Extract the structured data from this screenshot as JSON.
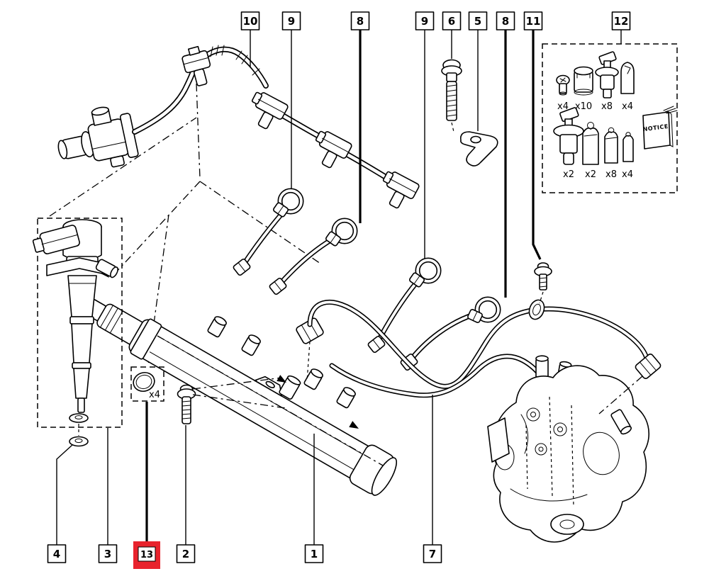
{
  "figure": {
    "background": "#ffffff",
    "ink": "#000000",
    "highlight": "#e8232d",
    "description": "Exploded parts diagram of a diesel fuel injection system: fuel rail, injectors, high-pressure pipes, return hose, pump, and sealing kit"
  },
  "callouts": {
    "top": [
      {
        "id": "10"
      },
      {
        "id": "9"
      },
      {
        "id": "8"
      },
      {
        "id": "9"
      },
      {
        "id": "6"
      },
      {
        "id": "5"
      },
      {
        "id": "8"
      },
      {
        "id": "11"
      },
      {
        "id": "12"
      }
    ],
    "bottom": [
      {
        "id": "4"
      },
      {
        "id": "3"
      },
      {
        "id": "13",
        "highlighted": true
      },
      {
        "id": "2"
      },
      {
        "id": "1"
      },
      {
        "id": "7"
      }
    ]
  },
  "kit": {
    "row1": [
      {
        "item": "button-screw",
        "qty": "x4"
      },
      {
        "item": "open-cap",
        "qty": "x10"
      },
      {
        "item": "flanged-plug",
        "qty": "x8"
      },
      {
        "item": "dome-cap",
        "qty": "x4"
      }
    ],
    "row2": [
      {
        "item": "large-flanged-plug",
        "qty": "x2"
      },
      {
        "item": "clip-cap",
        "qty": "x2"
      },
      {
        "item": "clip-cap-small",
        "qty": "x8"
      },
      {
        "item": "clip-cap-mini",
        "qty": "x4"
      }
    ],
    "booklet": "NOTICE"
  },
  "seal": {
    "qty": "x4"
  }
}
